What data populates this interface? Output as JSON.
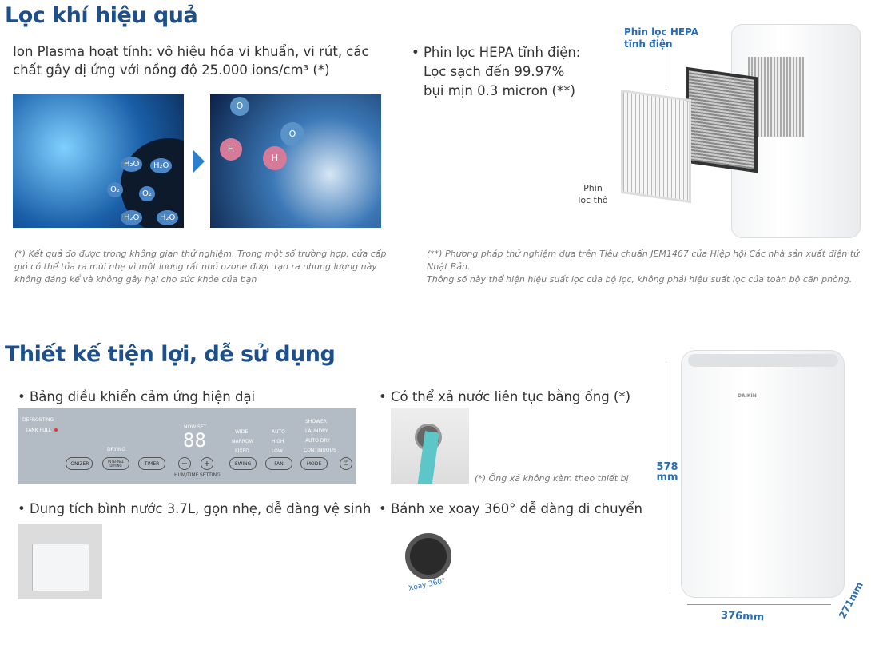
{
  "section1": {
    "title": "Lọc khí hiệu quả",
    "plasma_text": "Ion Plasma hoạt tính: vô hiệu hóa vi khuẩn, vi rút, các chất gây dị ứng với nồng độ 25.000 ions/cm³ (*)",
    "hepa_bullet": "• Phin lọc HEPA tĩnh điện:",
    "hepa_line2": "Lọc sạch đến 99.97%",
    "hepa_line3": "bụi mịn 0.3 micron (**)",
    "label_hepa": "Phin lọc HEPA tĩnh điện",
    "label_coarse": "Phin lọc thô",
    "molecules": [
      "H₂O",
      "H₂O",
      "O₂",
      "O₂",
      "H₂O",
      "H₂O",
      "O",
      "O",
      "H",
      "H"
    ],
    "note1": "(*) Kết quả đo được trong không gian thử nghiệm. Trong một số trường hợp, cửa cấp gió có thể tỏa ra mùi nhẹ vì một lượng rất nhỏ ozone được tạo ra nhưng lượng này không đáng kể và không gây hại cho sức khỏe của bạn",
    "note2a": "(**) Phương pháp thử nghiệm dựa trên Tiêu chuẩn JEM1467 của Hiệp hội Các nhà sản xuất điện tử Nhật Bản.",
    "note2b": "Thông số này thể hiện hiệu suất lọc của bộ lọc, không phải hiệu suất lọc của toàn bộ căn phòng."
  },
  "section2": {
    "title": "Thiết kế tiện lợi, dễ sử dụng",
    "f1": "• Bảng điều khiển cảm ứng hiện đại",
    "f2": "• Có thể xả nước liên tục bằng ống (*)",
    "f2_note": "(*) Ống xả không kèm theo thiết bị",
    "f3": "• Dung tích bình nước 3.7L, gọn nhẹ, dễ dàng vệ sinh",
    "f4": "• Bánh xe xoay 360° dễ dàng di chuyển",
    "wheel_label": "Xoay 360°",
    "panel": {
      "defrosting": "DEFROSTING",
      "tank_full": "TANK FULL",
      "ionizer": "IONIZER",
      "internal_drying": "INTERNAL DRYING",
      "timer": "TIMER",
      "hum_time": "HUM/TIME",
      "setting": "SETTING",
      "swing": "SWING",
      "fan": "FAN",
      "mode": "MODE",
      "now_set": "NOW  SET",
      "display": "88",
      "drying": "DRYING",
      "wide": "WIDE",
      "narrow": "NARROW",
      "fixed": "FIXED",
      "auto": "AUTO",
      "high": "HIGH",
      "low": "LOW",
      "laundry": "LAUNDRY",
      "auto_dry": "AUTO DRY",
      "continuous": "CONTINUOUS",
      "shower": "SHOWER"
    },
    "dim_height": "578 mm",
    "dim_width": "376mm",
    "dim_depth": "271mm",
    "brand": "DAIKIN"
  },
  "colors": {
    "title": "#1d4f8c",
    "panel": "#b3bcc4",
    "hose": "#5cc6c8"
  }
}
